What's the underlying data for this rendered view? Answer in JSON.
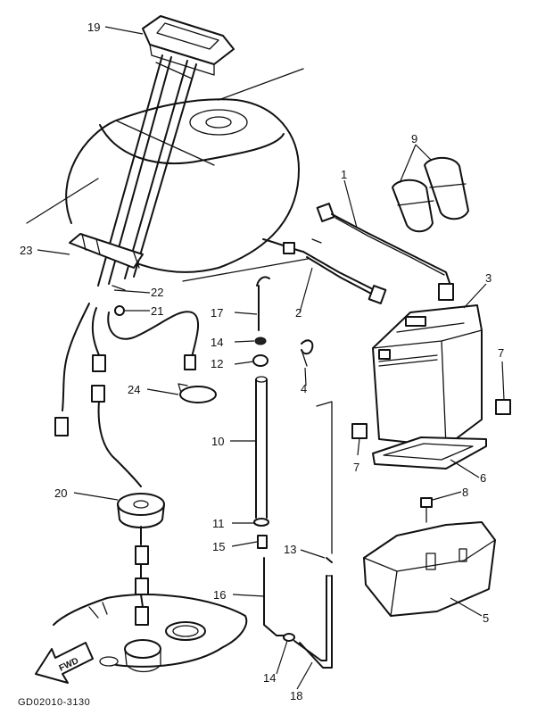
{
  "diagram_code": "GD02010-3130",
  "fwd_marker": "FWD",
  "callouts": [
    {
      "id": "c19",
      "text": "19"
    },
    {
      "id": "c9",
      "text": "9"
    },
    {
      "id": "c1",
      "text": "1"
    },
    {
      "id": "c23",
      "text": "23"
    },
    {
      "id": "c22",
      "text": "22"
    },
    {
      "id": "c21",
      "text": "21"
    },
    {
      "id": "c17",
      "text": "17"
    },
    {
      "id": "c2",
      "text": "2"
    },
    {
      "id": "c3",
      "text": "3"
    },
    {
      "id": "c14a",
      "text": "14"
    },
    {
      "id": "c12",
      "text": "12"
    },
    {
      "id": "c4",
      "text": "4"
    },
    {
      "id": "c7a",
      "text": "7"
    },
    {
      "id": "c24",
      "text": "24"
    },
    {
      "id": "c10",
      "text": "10"
    },
    {
      "id": "c7b",
      "text": "7"
    },
    {
      "id": "c6",
      "text": "6"
    },
    {
      "id": "c20",
      "text": "20"
    },
    {
      "id": "c8",
      "text": "8"
    },
    {
      "id": "c11",
      "text": "11"
    },
    {
      "id": "c15",
      "text": "15"
    },
    {
      "id": "c13",
      "text": "13"
    },
    {
      "id": "c16",
      "text": "16"
    },
    {
      "id": "c5",
      "text": "5"
    },
    {
      "id": "c14b",
      "text": "14"
    },
    {
      "id": "c18",
      "text": "18"
    }
  ]
}
